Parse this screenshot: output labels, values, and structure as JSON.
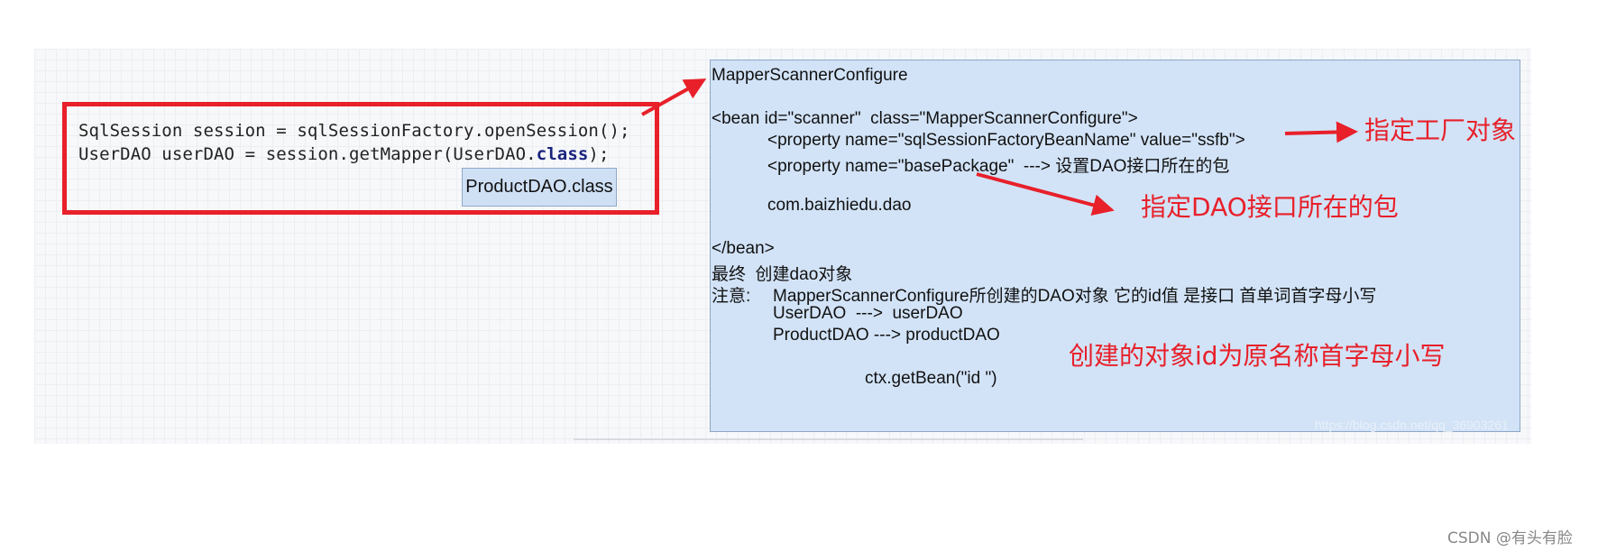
{
  "code": {
    "line1": "SqlSession session = sqlSessionFactory.openSession();",
    "line2_pre": "UserDAO userDAO = session.getMapper(UserDAO.",
    "line2_kw": "class",
    "line2_post": ");",
    "product_dao": "ProductDAO.class"
  },
  "panel": {
    "title": "MapperScannerConfigure",
    "bean_open": "<bean id=\"scanner\"  class=\"MapperScannerConfigure\">",
    "prop1": "<property name=\"sqlSessionFactoryBeanName\" value=\"ssfb\">",
    "prop2": "<property name=\"basePackage\"  ---> 设置DAO接口所在的包",
    "package": "com.baizhiedu.dao",
    "bean_close": "</bean>",
    "final": "最终  创建dao对象",
    "note_label": "注意:",
    "note_text": "MapperScannerConfigure所创建的DAO对象 它的id值 是接口 首单词首字母小写",
    "ex1": "UserDAO  --->  userDAO",
    "ex2": "ProductDAO ---> productDAO",
    "getbean": "ctx.getBean(\"id \")",
    "watermark": "https://blog.csdn.net/qq_36903261"
  },
  "annotations": {
    "factory": "指定工厂对象",
    "package": "指定DAO接口所在的包",
    "id_rule": "创建的对象id为原名称首字母小写"
  },
  "footer": {
    "watermark": "CSDN @有头有脸"
  },
  "colors": {
    "accent_red": "#e8202a",
    "panel_blue": "#d2e3f7"
  }
}
